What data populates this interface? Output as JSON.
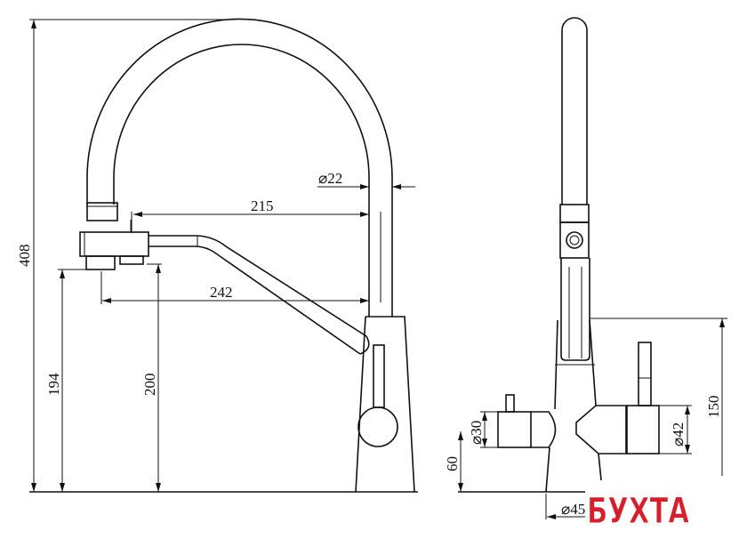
{
  "front_view": {
    "dims": {
      "total_height": "408",
      "spout_height": "194",
      "aerator_height": "200",
      "reach_upper": "215",
      "reach_lower": "242",
      "tube_diameter": "⌀22"
    }
  },
  "side_view": {
    "dims": {
      "body_height": "150",
      "left_handle_diameter": "⌀30",
      "right_handle_diameter": "⌀42",
      "handle_height": "60",
      "base_diameter": "⌀45"
    }
  },
  "watermark": {
    "text": "БУХТА",
    "color": "#d81e2a"
  }
}
